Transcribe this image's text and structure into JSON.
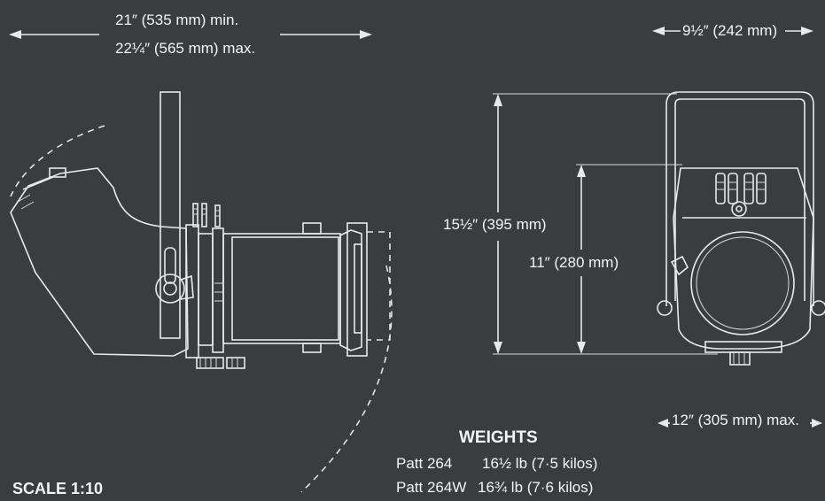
{
  "dimensions": {
    "length_min": "21″ (535 mm) min.",
    "length_max": "22¼″ (565 mm) max.",
    "width_top": "9½″ (242 mm)",
    "height_total": "15½″ (395 mm)",
    "height_body": "11″ (280 mm)",
    "width_bottom": "12″ (305 mm) max."
  },
  "weights": {
    "heading": "WEIGHTS",
    "items": [
      {
        "model": "Patt 264",
        "weight": "16½ lb (7·5 kilos)"
      },
      {
        "model": "Patt 264W",
        "weight": "16¾ lb (7·6 kilos)"
      }
    ]
  },
  "scale": "SCALE 1:10",
  "colors": {
    "background": "#3a3d40",
    "line": "#e9e9e9"
  }
}
